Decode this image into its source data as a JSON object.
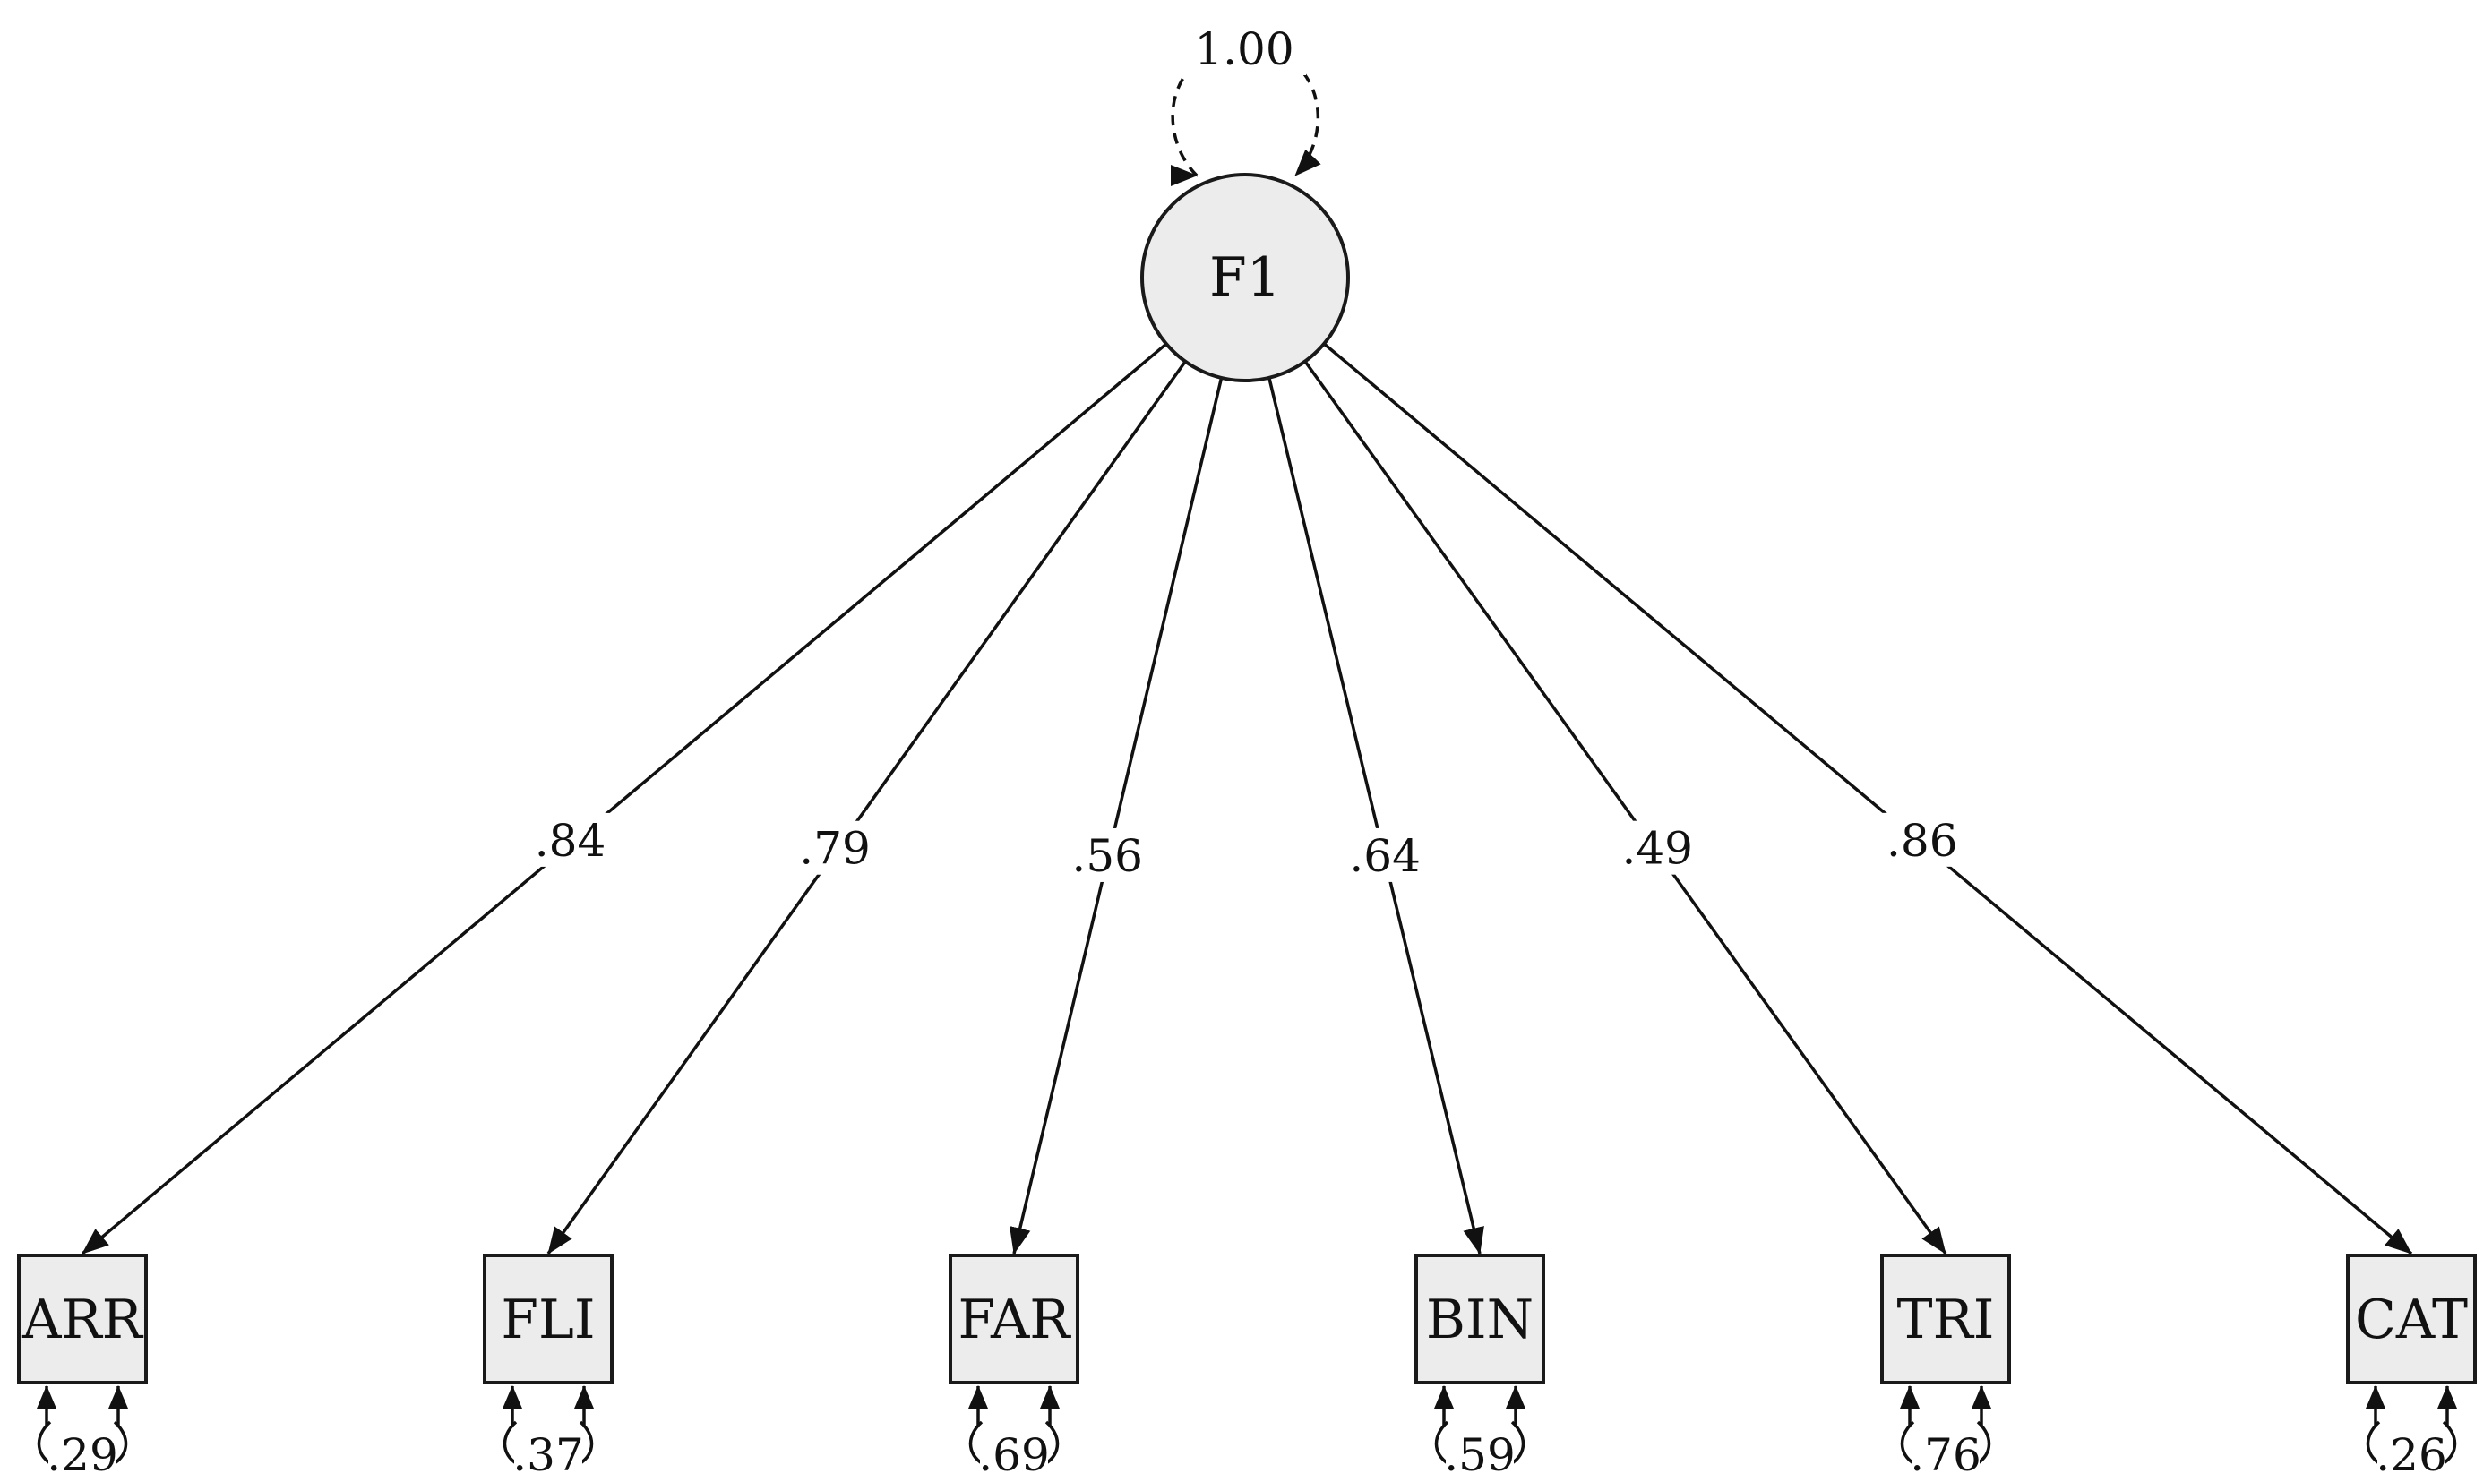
{
  "factor": {
    "name": "F1",
    "variance": "1.00"
  },
  "indicators": [
    {
      "name": "ARR",
      "loading": ".84",
      "residual": ".29"
    },
    {
      "name": "FLI",
      "loading": ".79",
      "residual": ".37"
    },
    {
      "name": "FAR",
      "loading": ".56",
      "residual": ".69"
    },
    {
      "name": "BIN",
      "loading": ".64",
      "residual": ".59"
    },
    {
      "name": "TRI",
      "loading": ".49",
      "residual": ".76"
    },
    {
      "name": "CAT",
      "loading": ".86",
      "residual": ".26"
    }
  ]
}
